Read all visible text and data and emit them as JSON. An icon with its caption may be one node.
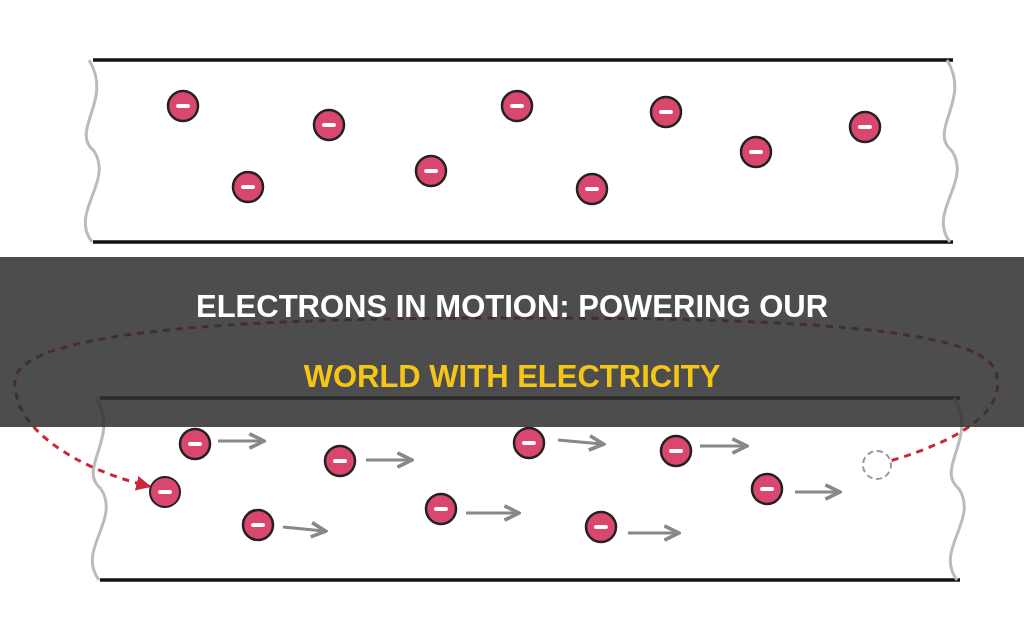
{
  "diagram": {
    "title": "ELECTRONS IN MOTION: POWERING OUR WORLD WITH ELECTRICITY",
    "nodes": [
      {
        "text": [],
        "shape": "circle"
      },
      {
        "text": [],
        "shape": "circle"
      }
    ],
    "edges": [
      {
        "from": 0,
        "to": 1,
        "arrow": "to",
        "style": "dashed",
        "color": "#c8283a"
      }
    ]
  }
}
